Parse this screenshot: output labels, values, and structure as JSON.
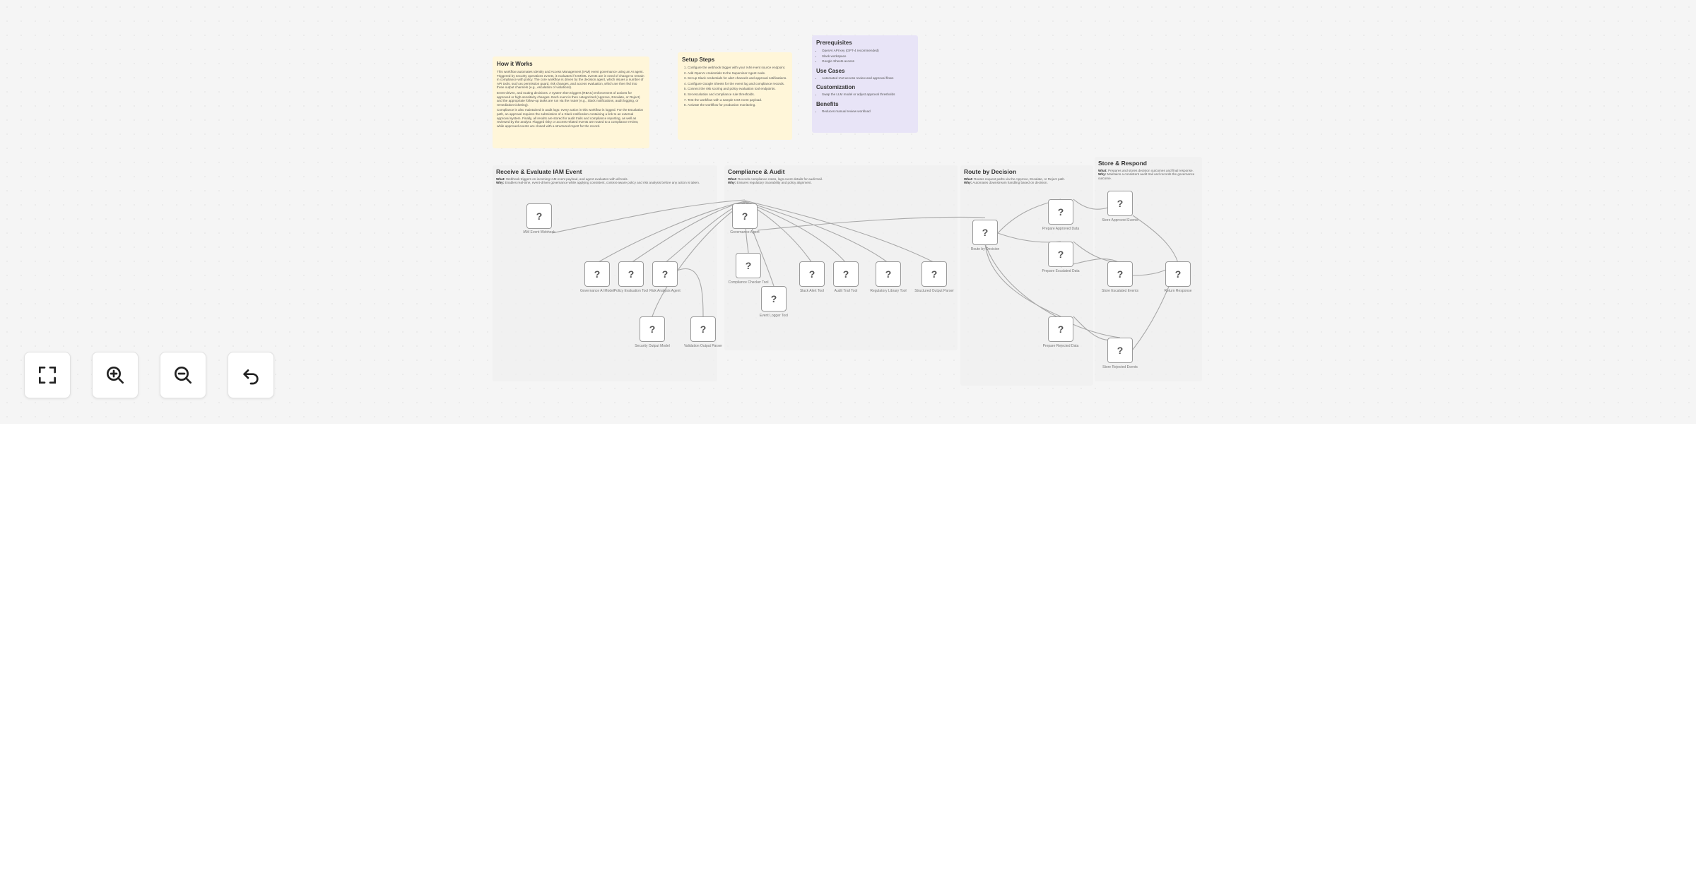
{
  "notes": {
    "how_it_works": {
      "title": "How it Works",
      "paragraphs": [
        "This workflow automates Identity and Access Management (IAM) event governance using an AI agent. Triggered by security operations events, it evaluates if IAM/OIL events are in need of change to remain in compliance with policy. The core workflow is driven by the decision agent, which issues a number of API tools, such as permission guard, risk changes, and access evaluation, which are then fed into three output channels (e.g., escalation of violations).",
        "Event-driven, and routing decisions. A system then triggers (RBAC) enforcement of actions for approved or high-sensitivity changes. Each event is then categorized (Approve, Escalate, or Reject) and the appropriate follow-up tasks are run via the router (e.g., Slack notifications, audit logging, or remediation ticketing).",
        "Compliance is also maintained in audit logs: every action in this workflow is logged. For the Escalation path, an approval requires the submission of a Slack notification containing a link to an external approval system. Finally, all results are stored for audit trails and compliance reporting, as well as reviewed by the analyst. Flagged risky or access-related events are routed to a compliance review, while approved events are closed with a structured report for the record."
      ]
    },
    "setup_steps": {
      "title": "Setup Steps",
      "items": [
        "Configure the webhook trigger with your IAM event source endpoint.",
        "Add OpenAI credentials to the Supervisor Agent node.",
        "Set up Slack credentials for alert channels and approval notifications.",
        "Configure Google Sheets for the event log and compliance records.",
        "Connect the risk scoring and policy evaluation tool endpoints.",
        "Set escalation and compliance rule thresholds.",
        "Test the workflow with a sample IAM event payload.",
        "Activate the workflow for production monitoring."
      ]
    },
    "side": {
      "sections": [
        {
          "title": "Prerequisites",
          "items": [
            "OpenAI API key (GPT-4 recommended)",
            "Slack workspace",
            "Google Sheets access"
          ]
        },
        {
          "title": "Use Cases",
          "items": [
            "Automated IAM access review and approval flows"
          ]
        },
        {
          "title": "Customization",
          "items": [
            "Swap the LLM model or adjust approval thresholds"
          ]
        },
        {
          "title": "Benefits",
          "items": [
            "Reduces manual review workload"
          ]
        }
      ]
    }
  },
  "groups": {
    "receive": {
      "title": "Receive & Evaluate IAM Event",
      "what": "Webhook triggers on incoming IAM event payload, and agent evaluates with all tools.",
      "why": "Enables real-time, event-driven governance while applying consistent, context-aware policy and risk analysis before any action is taken."
    },
    "compliance": {
      "title": "Compliance & Audit",
      "what": "Records compliance notes, logs event details for audit trail.",
      "why": "Ensures regulatory traceability and policy alignment."
    },
    "route": {
      "title": "Route by Decision",
      "what": "Routes request paths via the Approve, Escalate, or Reject path.",
      "why": "Automates downstream handling based on decision."
    },
    "store": {
      "title": "Store & Respond",
      "what": "Prepares and stores decision outcomes and final response.",
      "why": "Maintains a consistent audit trail and records the governance outcome."
    }
  },
  "nodes": {
    "webhook": {
      "icon": "?",
      "label": "IAM Event Webhook"
    },
    "governance_ai": {
      "icon": "?",
      "label": "Governance AI Model"
    },
    "policy_eval": {
      "icon": "?",
      "label": "Policy Evaluation Tool"
    },
    "risk_agent": {
      "icon": "?",
      "label": "Risk Analysis Agent"
    },
    "security_output": {
      "icon": "?",
      "label": "Security Output Model"
    },
    "validation_parser": {
      "icon": "?",
      "label": "Validation Output Parser"
    },
    "governance_agent": {
      "icon": "?",
      "label": "Governance Agent"
    },
    "compliance_tool": {
      "icon": "?",
      "label": "Compliance Checker Tool"
    },
    "logger_tool": {
      "icon": "?",
      "label": "Event Logger Tool"
    },
    "slack_tool": {
      "icon": "?",
      "label": "Slack Alert Tool"
    },
    "audit_tool": {
      "icon": "?",
      "label": "Audit Trail Tool"
    },
    "reg_tool": {
      "icon": "?",
      "label": "Regulatory Library Tool"
    },
    "output_parser": {
      "icon": "?",
      "label": "Structured Output Parser"
    },
    "route_decision": {
      "icon": "?",
      "label": "Route by Decision"
    },
    "prep_approved": {
      "icon": "?",
      "label": "Prepare Approved Data"
    },
    "prep_escalated": {
      "icon": "?",
      "label": "Prepare Escalated Data"
    },
    "prep_rejected": {
      "icon": "?",
      "label": "Prepare Rejected Data"
    },
    "store_approved": {
      "icon": "?",
      "label": "Store Approved Events"
    },
    "store_escalated": {
      "icon": "?",
      "label": "Store Escalated Events"
    },
    "store_rejected": {
      "icon": "?",
      "label": "Store Rejected Events"
    },
    "return_response": {
      "icon": "?",
      "label": "Return Response"
    }
  },
  "controls": {
    "fit_view": "fit-view-icon",
    "zoom_in": "zoom-in-icon",
    "zoom_out": "zoom-out-icon",
    "undo": "undo-icon"
  }
}
